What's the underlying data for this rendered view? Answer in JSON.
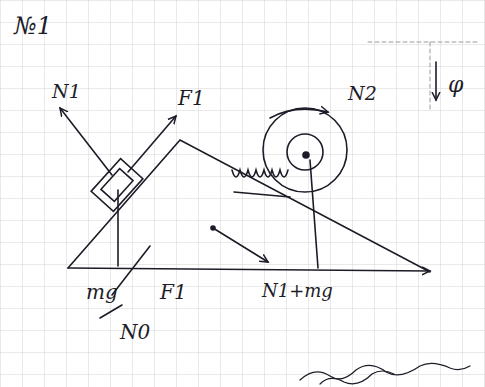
{
  "diagram": {
    "labels": [
      "№1",
      "N1",
      "F1",
      "N2",
      "φ",
      "mg",
      "F1",
      "N1+mg",
      "N0"
    ]
  }
}
